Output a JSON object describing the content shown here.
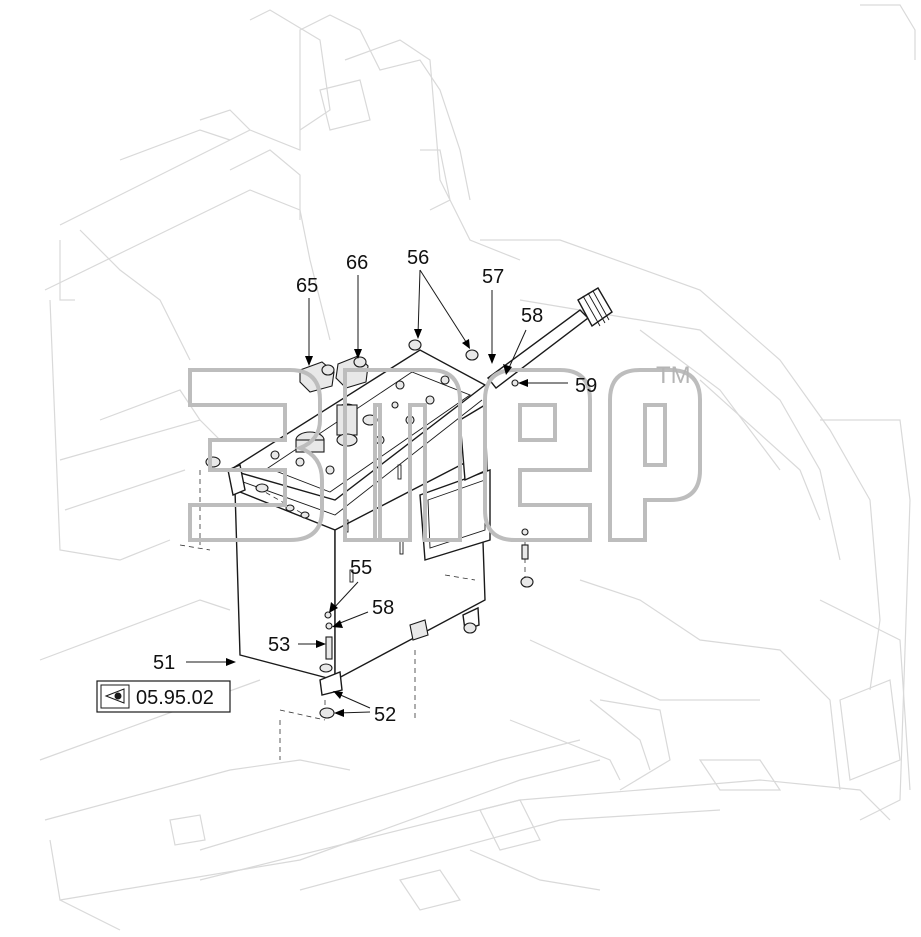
{
  "diagram": {
    "callouts": [
      {
        "id": "c65",
        "label": "65"
      },
      {
        "id": "c66",
        "label": "66"
      },
      {
        "id": "c56",
        "label": "56"
      },
      {
        "id": "c57",
        "label": "57"
      },
      {
        "id": "c58a",
        "label": "58"
      },
      {
        "id": "c59",
        "label": "59"
      },
      {
        "id": "c55",
        "label": "55"
      },
      {
        "id": "c58b",
        "label": "58"
      },
      {
        "id": "c53",
        "label": "53"
      },
      {
        "id": "c51",
        "label": "51"
      },
      {
        "id": "c52",
        "label": "52"
      }
    ],
    "reference": {
      "icon": "eye-reference-icon",
      "label": "05.95.02"
    },
    "watermark": {
      "tm": "TM"
    }
  },
  "colors": {
    "line": "#1a1a1a",
    "ghost": "#d9d9d9",
    "watermark": "#bdbdbd"
  }
}
